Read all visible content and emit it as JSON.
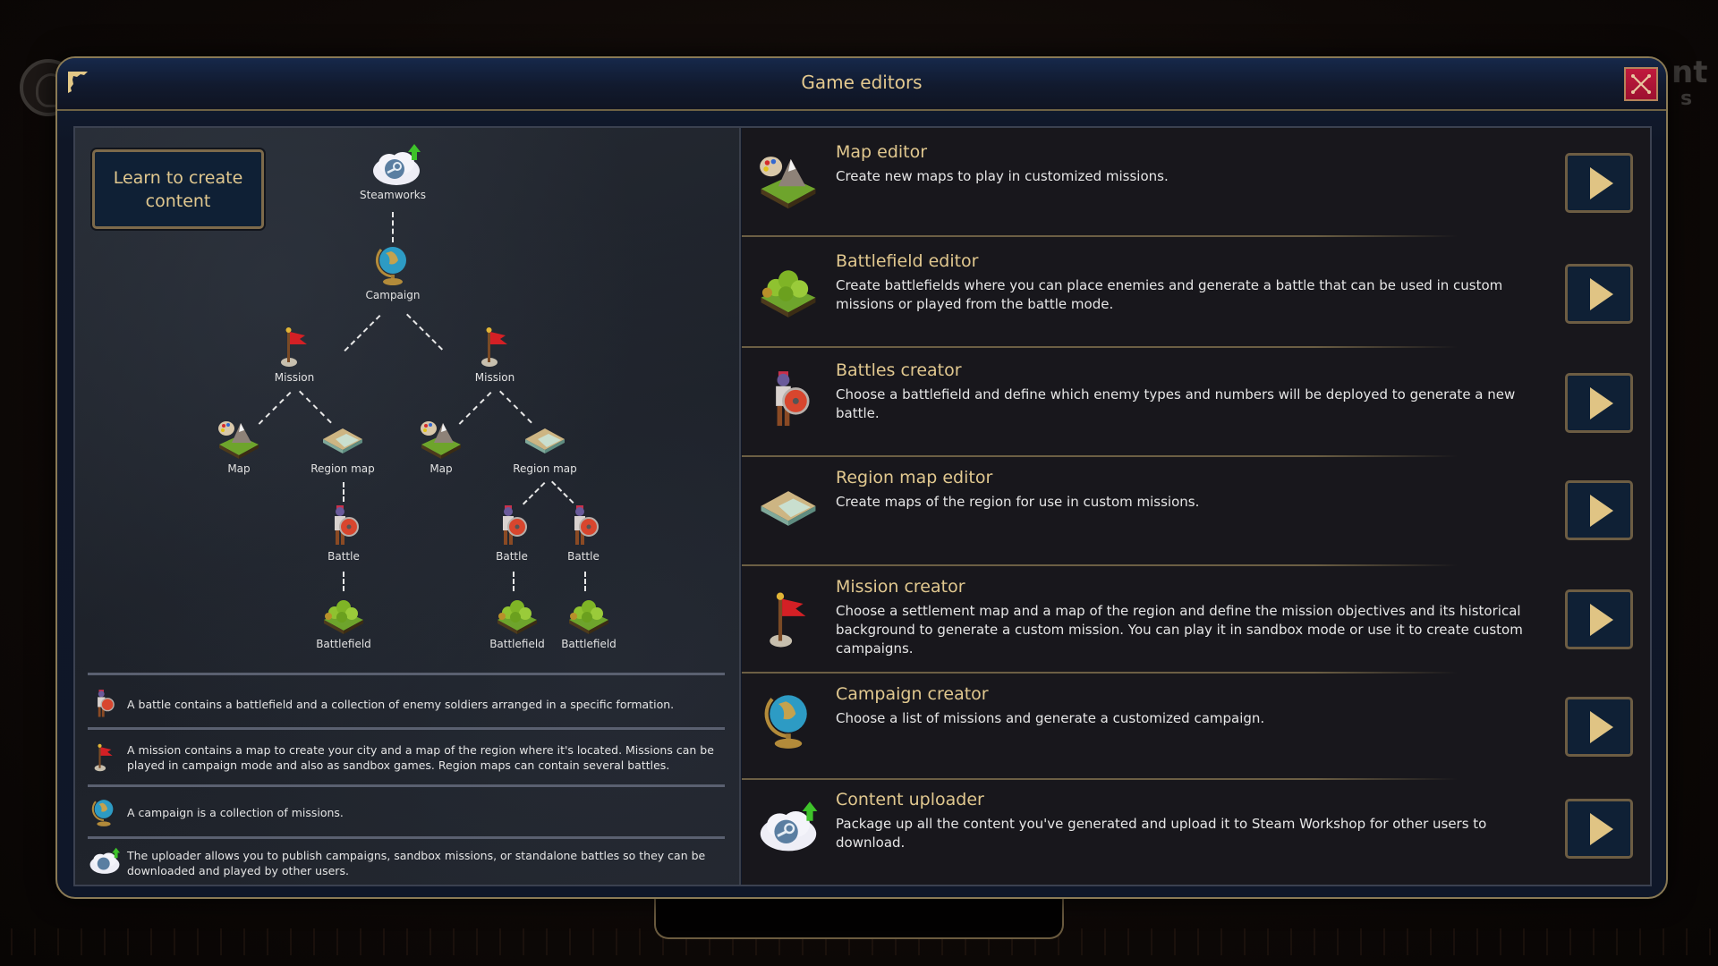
{
  "background": {
    "fragment_text_line1": "nt",
    "fragment_text_line2": "s"
  },
  "dialog": {
    "title": "Game editors",
    "close_icon": "close-x-icon",
    "close_color": "#b8163a",
    "accent_color": "#e1c88f"
  },
  "left_panel": {
    "learn_button": "Learn to create content",
    "tree": {
      "nodes": [
        {
          "id": "steamworks",
          "label": "Steamworks",
          "icon": "steam-cloud-upload-icon"
        },
        {
          "id": "campaign",
          "label": "Campaign",
          "icon": "globe-icon"
        },
        {
          "id": "mission1",
          "label": "Mission",
          "icon": "red-flag-icon"
        },
        {
          "id": "mission2",
          "label": "Mission",
          "icon": "red-flag-icon"
        },
        {
          "id": "map1",
          "label": "Map",
          "icon": "map-palette-icon"
        },
        {
          "id": "region1",
          "label": "Region map",
          "icon": "region-map-icon"
        },
        {
          "id": "map2",
          "label": "Map",
          "icon": "map-palette-icon"
        },
        {
          "id": "region2",
          "label": "Region map",
          "icon": "region-map-icon"
        },
        {
          "id": "battle1",
          "label": "Battle",
          "icon": "soldier-shield-icon"
        },
        {
          "id": "battle2",
          "label": "Battle",
          "icon": "soldier-shield-icon"
        },
        {
          "id": "battle3",
          "label": "Battle",
          "icon": "soldier-shield-icon"
        },
        {
          "id": "battlefield1",
          "label": "Battlefield",
          "icon": "forest-tile-icon"
        },
        {
          "id": "battlefield2",
          "label": "Battlefield",
          "icon": "forest-tile-icon"
        },
        {
          "id": "battlefield3",
          "label": "Battlefield",
          "icon": "forest-tile-icon"
        }
      ]
    },
    "legend": [
      {
        "icon": "soldier-shield-icon",
        "text": "A battle contains a battlefield and a collection of enemy soldiers arranged in a specific formation."
      },
      {
        "icon": "red-flag-icon",
        "text": "A mission contains a map to create your city and a map of the region where it's located. Missions can be played in campaign mode and also as sandbox games. Region maps can contain several battles."
      },
      {
        "icon": "globe-icon",
        "text": "A campaign is a collection of missions."
      },
      {
        "icon": "steam-cloud-upload-icon",
        "text": "The uploader allows you to publish campaigns, sandbox missions, or standalone battles so they can be downloaded and played by other users."
      }
    ]
  },
  "editors": [
    {
      "title": "Map editor",
      "description": "Create new maps to play in customized missions.",
      "icon": "map-palette-icon"
    },
    {
      "title": "Battlefield editor",
      "description": "Create battlefields where you can place enemies and generate a battle that can be used in custom missions or played from the battle mode.",
      "icon": "forest-tile-icon"
    },
    {
      "title": "Battles creator",
      "description": "Choose a battlefield and define which enemy types and numbers will be deployed to generate a new battle.",
      "icon": "soldier-shield-icon"
    },
    {
      "title": "Region map editor",
      "description": "Create maps of the region for use in custom missions.",
      "icon": "region-map-icon"
    },
    {
      "title": "Mission creator",
      "description": "Choose a settlement map and a map of the region and define the mission objectives and its historical background to generate a custom mission. You can play it in sandbox mode or use it to create custom campaigns.",
      "icon": "red-flag-icon"
    },
    {
      "title": "Campaign creator",
      "description": "Choose a list of missions and generate a customized campaign.",
      "icon": "globe-icon"
    },
    {
      "title": "Content uploader",
      "description": "Package up all the content you've generated and upload it to Steam Workshop for other users to download.",
      "icon": "steam-cloud-upload-icon"
    }
  ],
  "play_button_icon": "play-triangle-icon"
}
